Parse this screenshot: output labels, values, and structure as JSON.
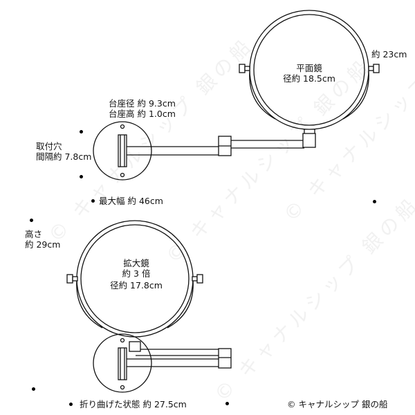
{
  "watermark": "© キャナルシップ 銀の船",
  "copyright": "© キャナルシップ 銀の船",
  "flat_mirror": {
    "name": "平面鏡",
    "diameter": "径約 18.5cm",
    "width": "約 23cm"
  },
  "base": {
    "diameter": "台座径 約 9.3cm",
    "height": "台座高 約 1.0cm"
  },
  "mount_hole": {
    "line1": "取付穴",
    "line2": "間隔約 7.8cm"
  },
  "max_width": "最大幅 約 46cm",
  "overall_height": {
    "line1": "高さ",
    "line2": "約 29cm"
  },
  "magnifying_mirror": {
    "name": "拡大鏡",
    "magnification": "約 3 倍",
    "diameter": "径約 17.8cm"
  },
  "folded": "折り曲げた状態 約 27.5cm",
  "colors": {
    "line": "#111111",
    "watermark": "#f1f1f1"
  }
}
